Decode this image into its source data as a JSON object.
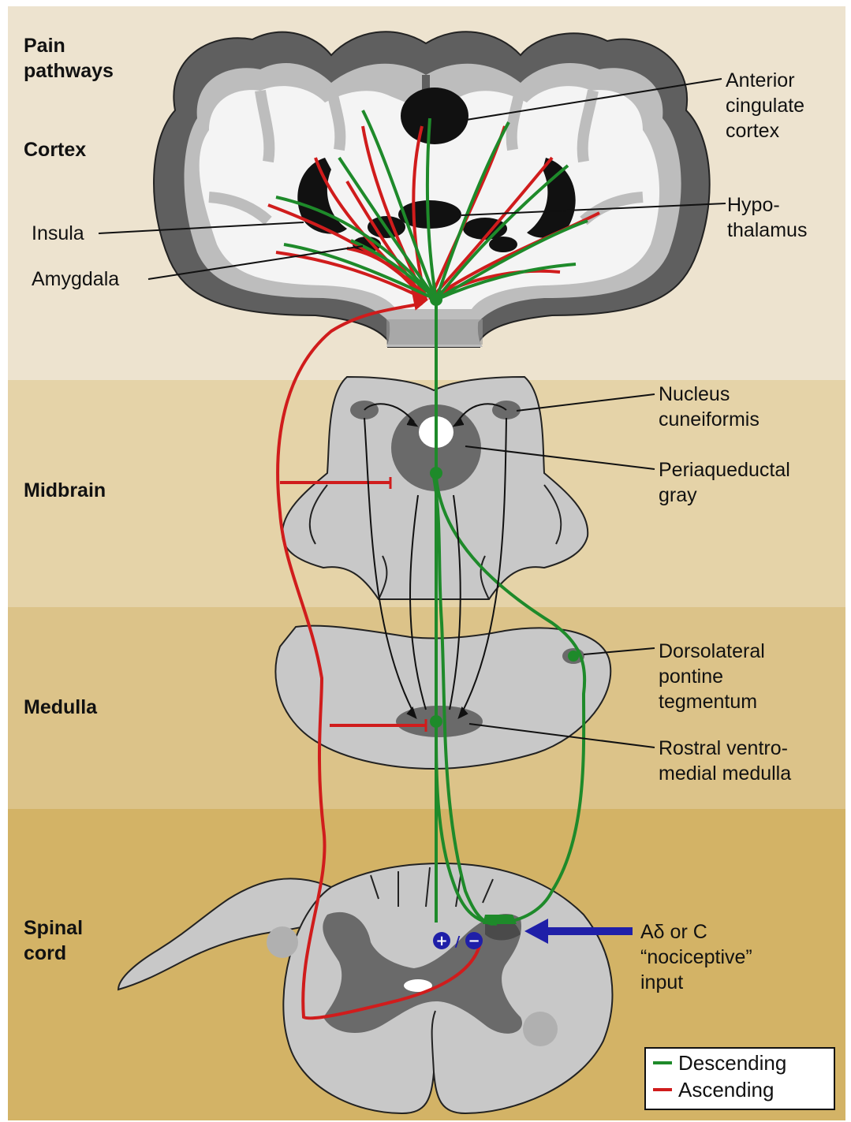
{
  "title": [
    "Pain",
    "pathways"
  ],
  "sections": {
    "cortex": "Cortex",
    "midbrain": "Midbrain",
    "medulla": "Medulla",
    "spinal": [
      "Spinal",
      "cord"
    ]
  },
  "labels": {
    "anterior_cingulate": [
      "Anterior",
      "cingulate",
      "cortex"
    ],
    "hypothalamus": [
      "Hypo-",
      "thalamus"
    ],
    "insula": "Insula",
    "amygdala": "Amygdala",
    "nucleus_cuneiformis": [
      "Nucleus",
      "cuneiformis"
    ],
    "periaqueductal": [
      "Periaqueductal",
      "gray"
    ],
    "dorsolateral": [
      "Dorsolateral",
      "pontine",
      "tegmentum"
    ],
    "rostral": [
      "Rostral ventro-",
      "medial medulla"
    ],
    "input": [
      "Aδ or C",
      "“nociceptive”",
      "input"
    ],
    "sign_plus": "+",
    "sign_slash": "/",
    "sign_minus": "−"
  },
  "legend": {
    "descending": "Descending",
    "ascending": "Ascending"
  },
  "colors": {
    "band1": "#ede3cf",
    "band2": "#e5d3a8",
    "band3": "#dcc389",
    "band4": "#d3b366",
    "descending": "#1e8a2a",
    "ascending": "#d01c1c",
    "input_arrow": "#1f1fa8"
  }
}
